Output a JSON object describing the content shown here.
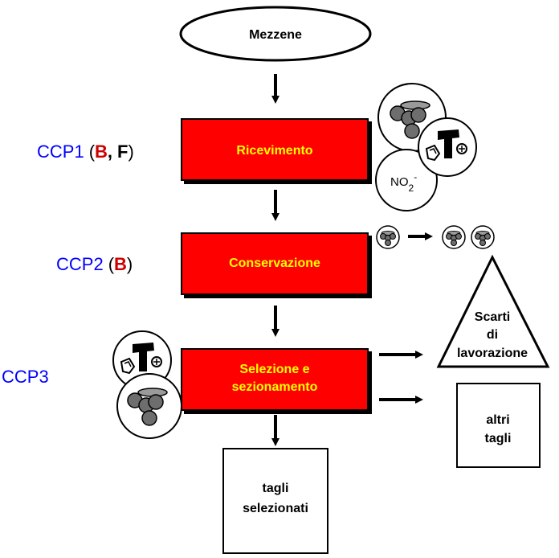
{
  "nodes": {
    "start": "Mezzene",
    "step1": "Ricevimento",
    "step2": "Conservazione",
    "step3_line1": "Selezione e",
    "step3_line2": "sezionamento",
    "out_selected_line1": "tagli",
    "out_selected_line2": "selezionati",
    "waste_line1": "Scarti",
    "waste_line2": "di",
    "waste_line3": "lavorazione",
    "other_cuts_line1": "altri",
    "other_cuts_line2": "tagli"
  },
  "ccp": {
    "ccp1": {
      "label": "CCP1",
      "open": "(",
      "b": "B",
      "sep": ",",
      "f": "F",
      "close": ")"
    },
    "ccp2": {
      "label": "CCP2",
      "open": "(",
      "b": "B",
      "close": ")"
    },
    "ccp3": {
      "label": "CCP3"
    }
  },
  "hazard_nitrite": {
    "base": "NO",
    "sub": "2",
    "sup": "-"
  },
  "colors": {
    "process_fill": "#ff0000",
    "process_text": "#ffff00",
    "ccp_blue": "#0000ff",
    "hazard_b_red": "#cc0000",
    "ink": "#000000",
    "microbe_gray": "#6e6e6e",
    "dish_gray": "#9a9a9a"
  },
  "icons": {
    "microbe_cluster": "bacteria-icon",
    "physical_hazard": "foreign-body-icon",
    "chemical_hazard": "nitrite-icon"
  }
}
